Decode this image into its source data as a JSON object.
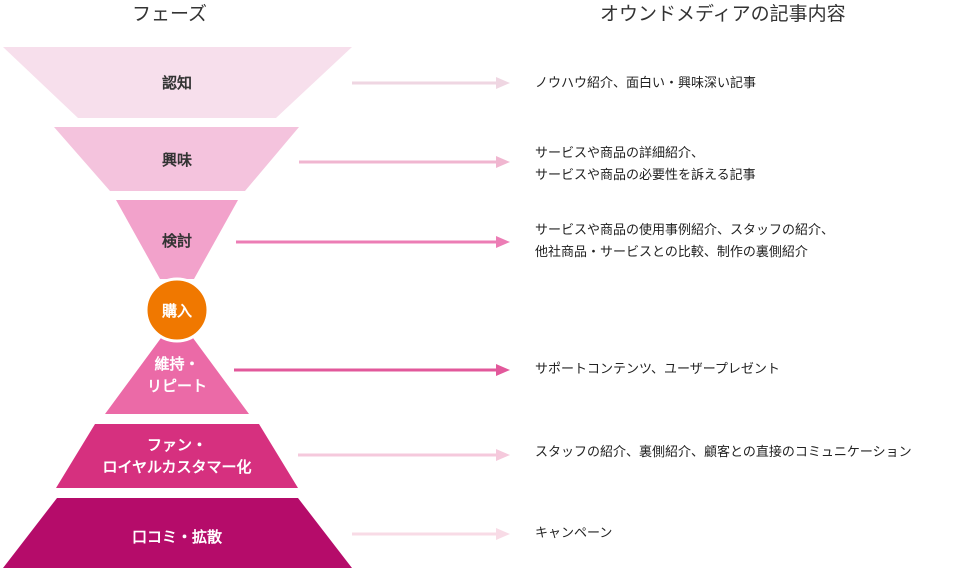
{
  "headers": {
    "phase": "フェーズ",
    "content": "オウンドメディアの記事内容"
  },
  "purchase_label": "購入",
  "colors": {
    "purchase": "#f07800",
    "text_dark": "#333333",
    "text_light": "#ffffff"
  },
  "phases": [
    {
      "label": [
        "認知"
      ],
      "color": "#f7dfec",
      "arrow_color": "#efd6e2",
      "text_color": "#333333",
      "description": [
        "ノウハウ紹介、面白い・興味深い記事"
      ]
    },
    {
      "label": [
        "興味"
      ],
      "color": "#f4c3dd",
      "arrow_color": "#f0b6d0",
      "text_color": "#333333",
      "description": [
        "サービスや商品の詳細紹介、",
        "サービスや商品の必要性を訴える記事"
      ]
    },
    {
      "label": [
        "検討"
      ],
      "color": "#f2a2cb",
      "arrow_color": "#ec7db5",
      "text_color": "#333333",
      "description": [
        "サービスや商品の使用事例紹介、スタッフの紹介、",
        "他社商品・サービスとの比較、制作の裏側紹介"
      ]
    },
    {
      "label": [
        "維持・",
        "リピート"
      ],
      "color": "#eb6aa7",
      "arrow_color": "#e2589b",
      "text_color": "#ffffff",
      "description": [
        "サポートコンテンツ、ユーザープレゼント"
      ]
    },
    {
      "label": [
        "ファン・",
        "ロイヤルカスタマー化"
      ],
      "color": "#d6307f",
      "arrow_color": "#f5c9dc",
      "text_color": "#ffffff",
      "description": [
        "スタッフの紹介、裏側紹介、顧客との直接のコミュニケーション"
      ]
    },
    {
      "label": [
        "口コミ・拡散"
      ],
      "color": "#b50c6a",
      "arrow_color": "#f8dbe6",
      "text_color": "#ffffff",
      "description": [
        "キャンペーン"
      ]
    }
  ]
}
